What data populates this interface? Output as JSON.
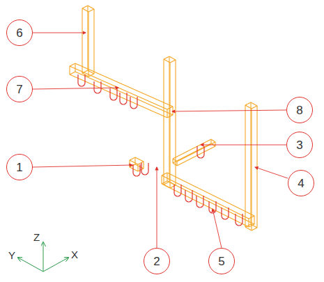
{
  "diagram": {
    "nodes": [
      {
        "text": [
          "6"
        ]
      },
      {
        "text": [
          "7"
        ]
      },
      {
        "text": [
          "8"
        ]
      },
      {
        "text": [
          "3"
        ]
      },
      {
        "text": [
          "1"
        ]
      },
      {
        "text": [
          "4"
        ]
      },
      {
        "text": [
          "2"
        ]
      },
      {
        "text": [
          "5"
        ]
      }
    ],
    "labels": [
      "Y",
      "Z",
      "X"
    ]
  }
}
